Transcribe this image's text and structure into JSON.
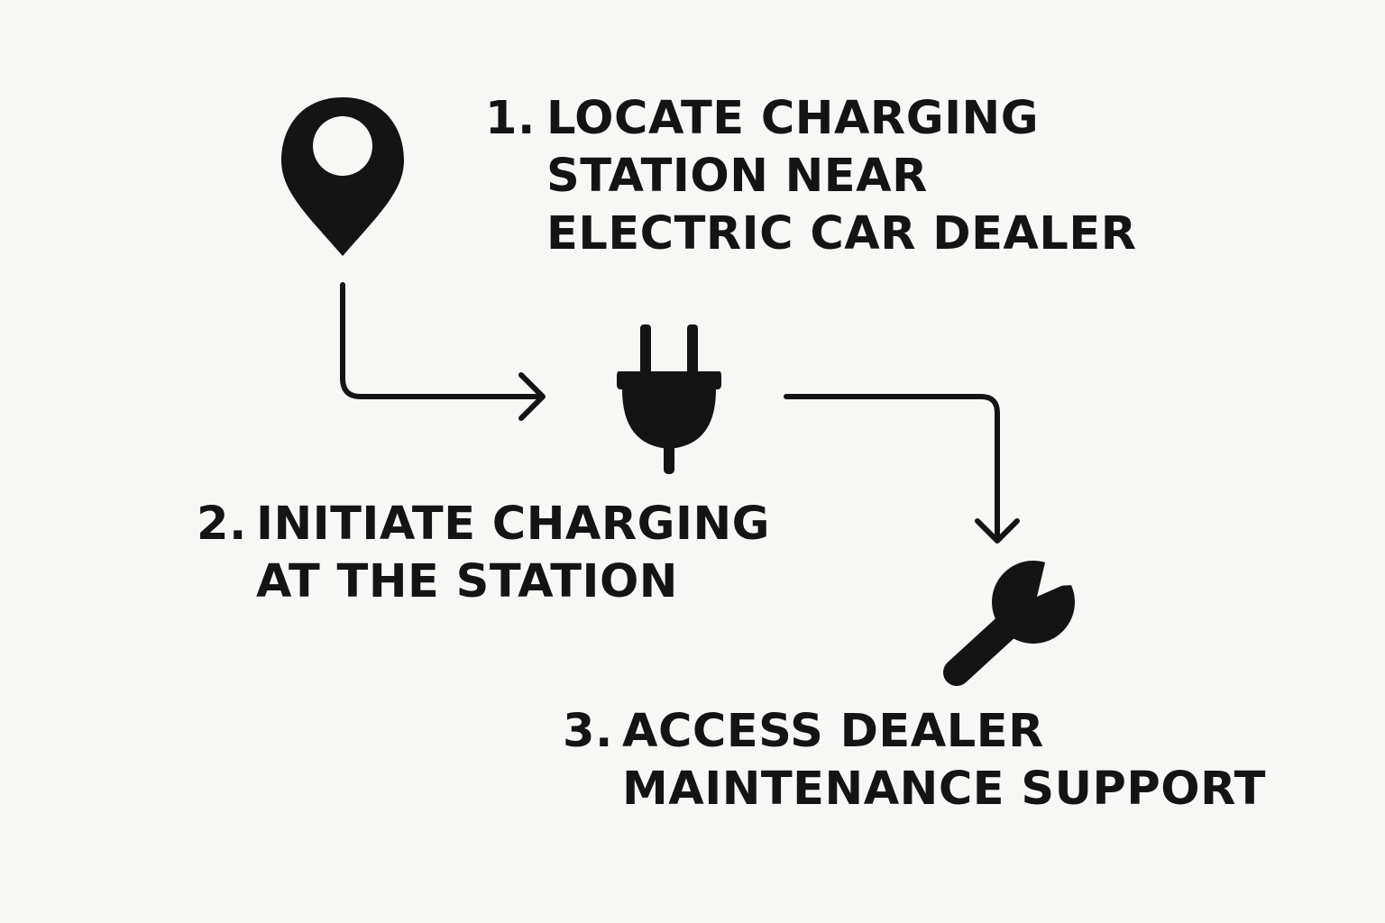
{
  "steps": [
    {
      "number": "1.",
      "lines": [
        "LOCATE CHARGING",
        "STATION NEAR",
        "ELECTRIC CAR DEALER"
      ],
      "icon": "map-pin-icon"
    },
    {
      "number": "2.",
      "lines": [
        "INITIATE CHARGING",
        "AT THE STATION"
      ],
      "icon": "plug-icon"
    },
    {
      "number": "3.",
      "lines": [
        "ACCESS DEALER",
        "MAINTENANCE SUPPORT"
      ],
      "icon": "wrench-icon"
    }
  ],
  "colors": {
    "background": "#f7f7f5",
    "ink": "#141414"
  }
}
